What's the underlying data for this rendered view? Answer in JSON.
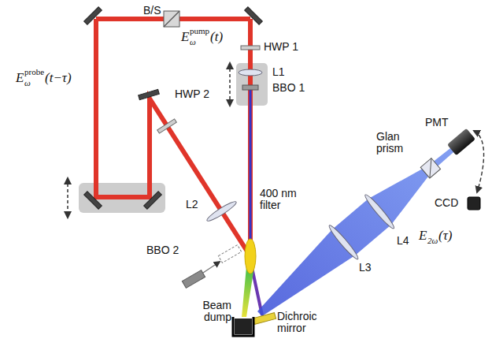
{
  "diagram": {
    "labels": [
      "B/S",
      "E",
      "ω",
      "probe",
      "(t−τ)",
      "E",
      "ω",
      "pump",
      "(t)",
      "HWP 1",
      "L1",
      "BBO 1",
      "HWP 2",
      "L2",
      "400 nm filter",
      "BBO 2",
      "Beam dump",
      "Dichroic mirror",
      "L3",
      "L4",
      "Glan prism",
      "PMT",
      "CCD",
      "E",
      "2ω",
      "(τ)"
    ]
  }
}
